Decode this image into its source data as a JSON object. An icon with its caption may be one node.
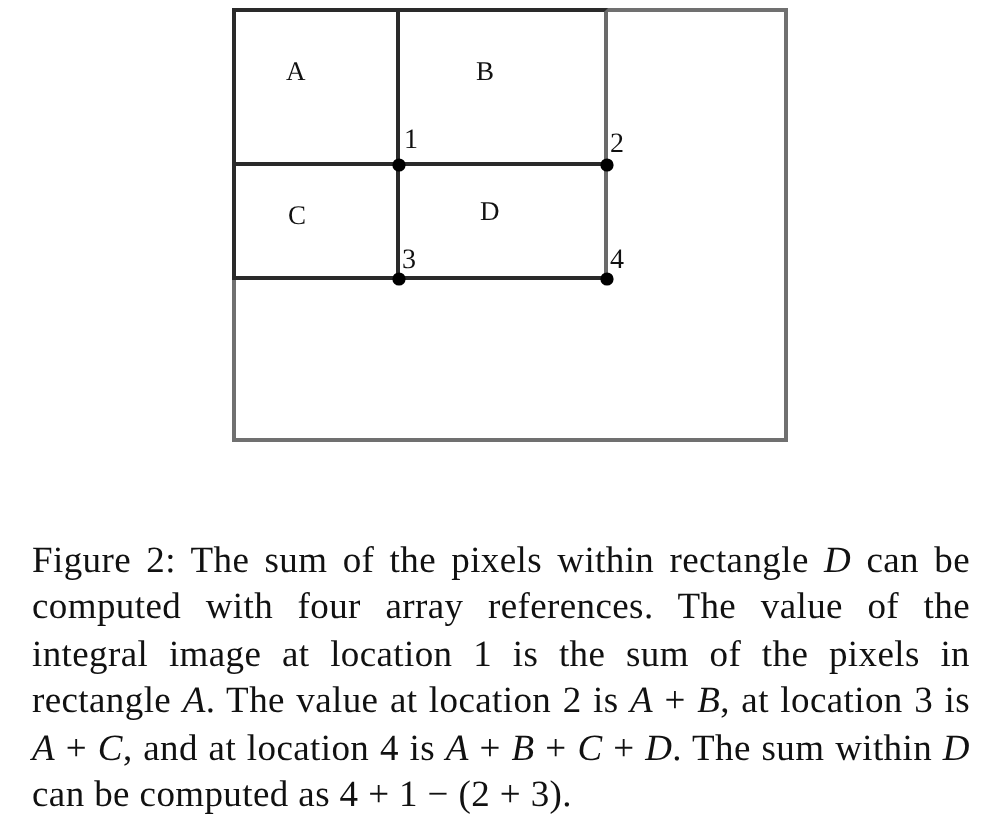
{
  "diagram": {
    "caption": "Figure 2: The sum of the pixels within rectangle *D* can be computed with four array references. The value of the integral image at location 1 is the sum of the pixels in rectangle *A*. The value at location 2 is *A* + *B*, at location 3 is *A* + *C*, and at location 4 is *A* + *B* + *C* + *D*. The sum within *D* can be computed as 4 + 1 − (2 + 3).",
    "nodes": [
      {
        "text": [],
        "shape": "box"
      },
      {
        "text": [
          "A"
        ],
        "in": 0
      },
      {
        "text": [
          "B"
        ],
        "in": 0
      },
      {
        "text": [
          "C"
        ],
        "in": 0
      },
      {
        "text": [
          "D"
        ],
        "in": 0
      }
    ],
    "labels": [
      "1",
      "2",
      "3",
      "4"
    ]
  }
}
